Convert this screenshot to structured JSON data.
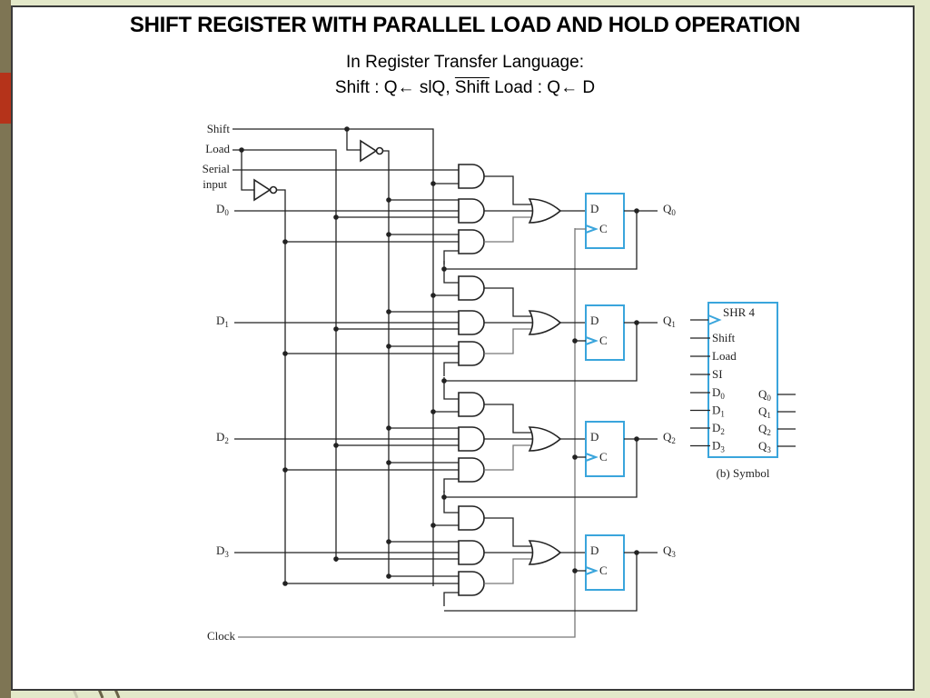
{
  "slide": {
    "title": "SHIFT REGISTER WITH PARALLEL LOAD AND HOLD OPERATION",
    "subtitle": "In Register Transfer Language:",
    "rtl": {
      "part1": "Shift : Q← slQ, ",
      "overlined": "Shift",
      "part2": " Load : Q← D"
    }
  },
  "diagram": {
    "inputs": {
      "shift": "Shift",
      "load": "Load",
      "serial_line1": "Serial",
      "serial_line2": "input",
      "clock": "Clock"
    },
    "stages": [
      {
        "d": "D",
        "d_sub": "0",
        "q": "Q",
        "q_sub": "0"
      },
      {
        "d": "D",
        "d_sub": "1",
        "q": "Q",
        "q_sub": "1"
      },
      {
        "d": "D",
        "d_sub": "2",
        "q": "Q",
        "q_sub": "2"
      },
      {
        "d": "D",
        "d_sub": "3",
        "q": "Q",
        "q_sub": "3"
      }
    ],
    "ff_labels": {
      "d": "D",
      "c": "C"
    },
    "symbol": {
      "name": "SHR 4",
      "inputs": [
        "Shift",
        "Load",
        "SI"
      ],
      "d_inputs": [
        {
          "base": "D",
          "sub": "0"
        },
        {
          "base": "D",
          "sub": "1"
        },
        {
          "base": "D",
          "sub": "2"
        },
        {
          "base": "D",
          "sub": "3"
        }
      ],
      "outputs": [
        {
          "base": "Q",
          "sub": "0"
        },
        {
          "base": "Q",
          "sub": "1"
        },
        {
          "base": "Q",
          "sub": "2"
        },
        {
          "base": "Q",
          "sub": "3"
        }
      ],
      "caption": "(b) Symbol"
    }
  },
  "colors": {
    "flipflop": "#3aa5dc",
    "accent": "#b5331a",
    "background": "#e3e8c9"
  }
}
